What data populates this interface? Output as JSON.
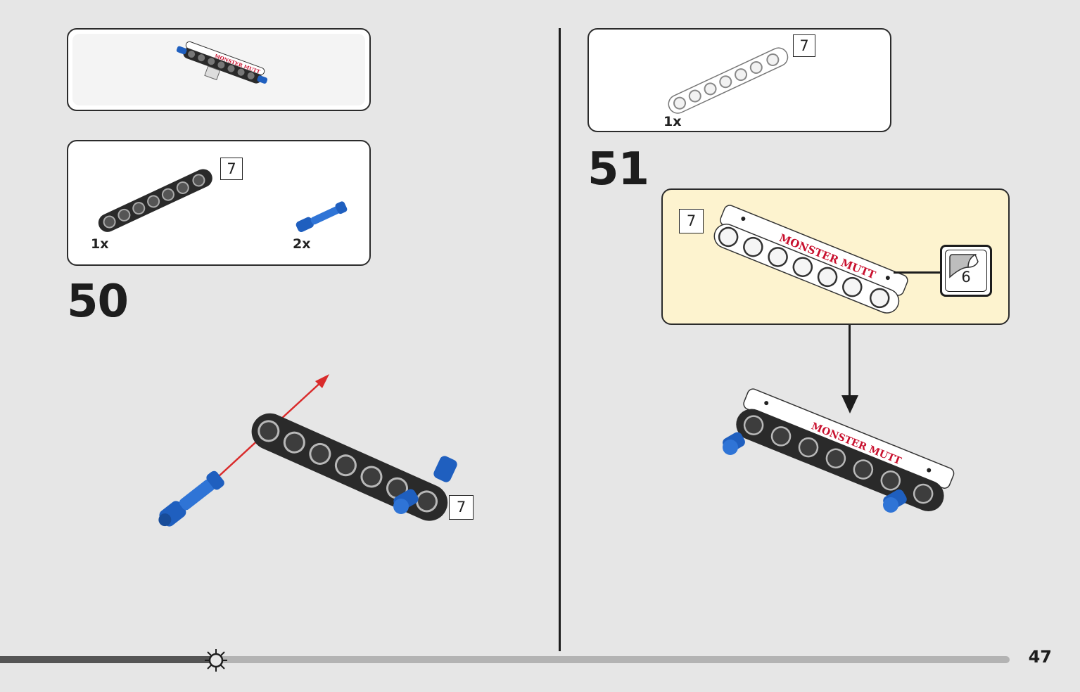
{
  "left_page": {
    "submodel_preview": {
      "description_icon": "assembled-beam-icon"
    },
    "parts_list_50": {
      "items": [
        {
          "qty": "1x",
          "length": "7",
          "color": "#2a2a2a",
          "icon": "black-beam-icon"
        },
        {
          "qty": "2x",
          "color": "#1f5fbf",
          "icon": "blue-pin-icon"
        }
      ]
    },
    "step_number": "50",
    "step_callout_length": "7"
  },
  "right_page": {
    "parts_list_51": {
      "items": [
        {
          "qty": "1x",
          "length": "7",
          "color": "#ffffff",
          "icon": "white-beam-icon"
        }
      ]
    },
    "step_number": "51",
    "sticker_panel": {
      "length": "7",
      "sticker_number": "6",
      "sticker_text": "MONSTER MUTT",
      "background": "#fdf3cf"
    }
  },
  "footer": {
    "page_number": "47",
    "progress_fraction": 0.2
  },
  "colors": {
    "accent_red": "#d92b2b",
    "pin_blue": "#1f5fbf",
    "beam_black": "#2a2a2a",
    "page_bg": "#e6e6e6"
  }
}
